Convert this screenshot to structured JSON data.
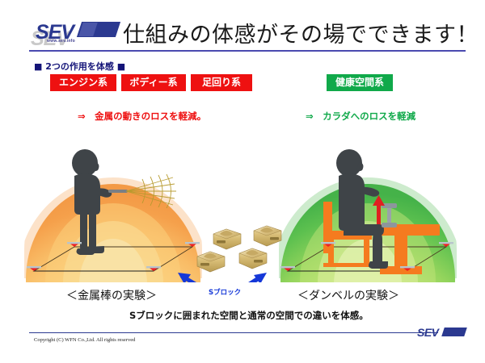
{
  "header": {
    "logo_text": "SEV",
    "logo_url": "www.sev.info",
    "title": "仕組みの体感がその場でできます！"
  },
  "section": {
    "label": "■ 2つの作用を体感 ■"
  },
  "tags": {
    "engine": "エンジン系",
    "body": "ボディー系",
    "footwork": "足回り系",
    "health": "健康空間系"
  },
  "effects": {
    "left": "⇒　金属の動きのロスを軽減。",
    "right": "⇒　カラダへのロスを軽減"
  },
  "captions": {
    "left": "＜金属棒の実験＞",
    "right": "＜ダンベルの実験＞",
    "sblock": "Sブロック",
    "summary": "Sブロックに囲まれた空間と通常の空間での違いを体感。"
  },
  "footer": {
    "copyright": "Copyright (C) WFN Co.,Ltd. All rights reserved",
    "logo_text": "SEV"
  },
  "colors": {
    "brand_blue": "#2b3990",
    "tag_red": "#ee1111",
    "tag_green": "#10a94a",
    "dome_left_outer": "#f5a04b",
    "dome_left_mid": "#f8bd6a",
    "dome_left_inner": "#fad98e",
    "dome_left_core": "#f7e9b0",
    "dome_right_outer": "#4cb84c",
    "dome_right_mid": "#82cf5a",
    "dome_right_inner": "#b9e06a",
    "dome_right_core": "#e2f0a8",
    "figure": "#3f4448",
    "furniture_orange": "#f57b1f",
    "marker_red": "#ee2222",
    "sblock_gold": "#d9bf7a",
    "arrow_blue": "#1538d8"
  }
}
